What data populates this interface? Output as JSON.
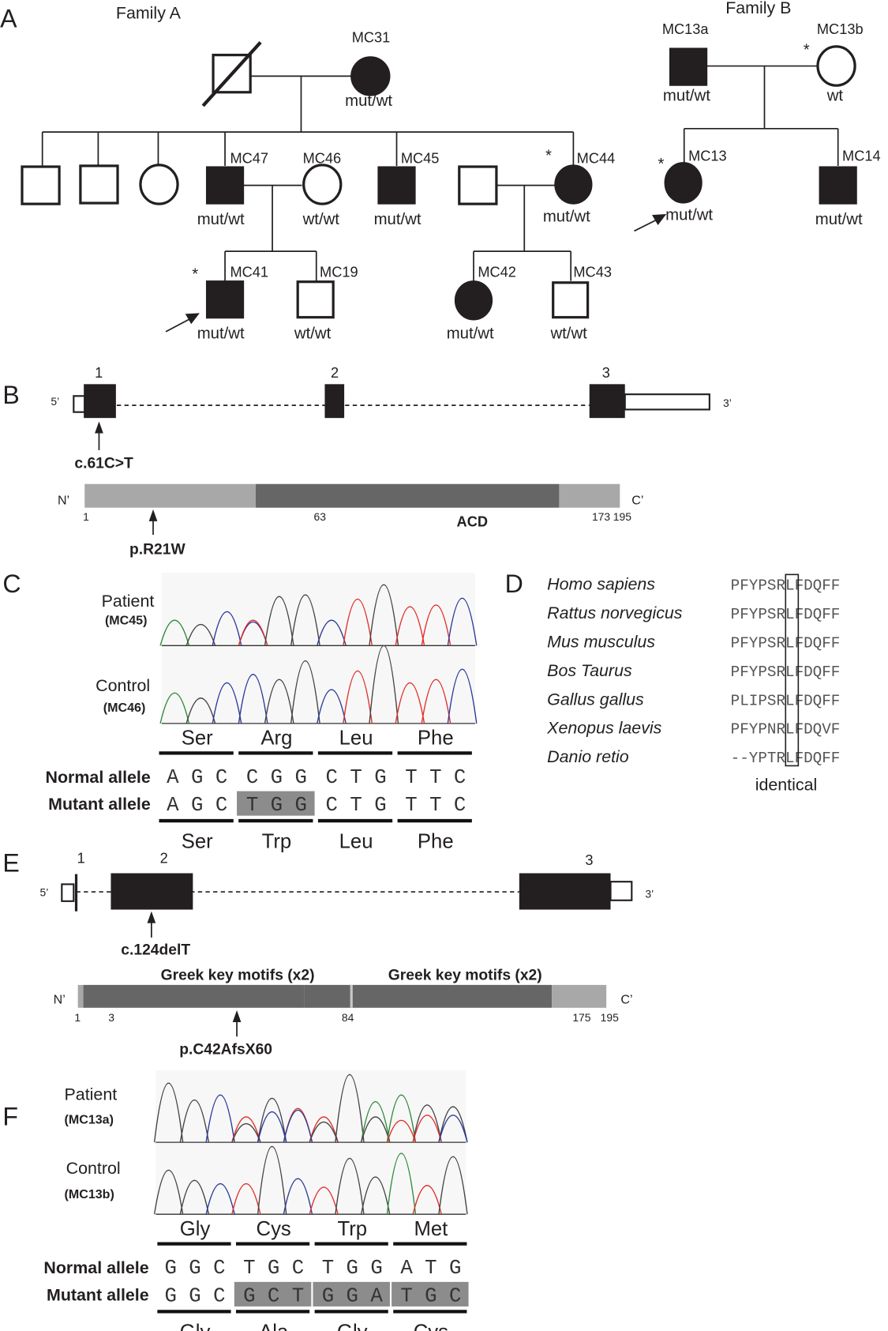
{
  "panels": {
    "A": "A",
    "B": "B",
    "C": "C",
    "D": "D",
    "E": "E",
    "F": "F"
  },
  "pedigree": {
    "family_a": {
      "title": "Family A",
      "members": [
        {
          "id": "MC31",
          "genotype": "mut/wt"
        },
        {
          "id": "MC47",
          "genotype": "mut/wt"
        },
        {
          "id": "MC46",
          "genotype": "wt/wt"
        },
        {
          "id": "MC45",
          "genotype": "mut/wt"
        },
        {
          "id": "MC44",
          "genotype": "mut/wt"
        },
        {
          "id": "MC41",
          "genotype": "mut/wt"
        },
        {
          "id": "MC19",
          "genotype": "wt/wt"
        },
        {
          "id": "MC42",
          "genotype": "mut/wt"
        },
        {
          "id": "MC43",
          "genotype": "wt/wt"
        }
      ]
    },
    "family_b": {
      "title": "Family B",
      "members": [
        {
          "id": "MC13a",
          "genotype": "mut/wt"
        },
        {
          "id": "MC13b",
          "genotype": "wt"
        },
        {
          "id": "MC13",
          "genotype": "mut/wt"
        },
        {
          "id": "MC14",
          "genotype": "mut/wt"
        }
      ]
    },
    "asterisk": "*"
  },
  "gene_b": {
    "exons": [
      "1",
      "2",
      "3"
    ],
    "five_prime": "5’",
    "three_prime": "3’",
    "mutation": "c.61C>T",
    "protein": {
      "n_term": "N’",
      "c_term": "C’",
      "ticks": [
        "1",
        "63",
        "173",
        "195"
      ],
      "domain": "ACD",
      "variant": "p.R21W",
      "length": 195,
      "segments": [
        {
          "from": 1,
          "to": 63,
          "color": "#a8a8a8"
        },
        {
          "from": 63,
          "to": 173,
          "color": "#666666"
        },
        {
          "from": 173,
          "to": 195,
          "color": "#a8a8a8"
        }
      ]
    }
  },
  "chromatogram_c": {
    "patient_label": "Patient",
    "patient_id": "(MC45)",
    "control_label": "Control",
    "control_id": "(MC46)",
    "codons_normal": [
      "Ser",
      "Arg",
      "Leu",
      "Phe"
    ],
    "codons_mutant": [
      "Ser",
      "Trp",
      "Leu",
      "Phe"
    ],
    "normal_label": "Normal allele",
    "mutant_label": "Mutant allele",
    "normal_seq": [
      "A G C",
      "C G G",
      "C T G",
      "T T C"
    ],
    "mutant_seq": [
      "A G C",
      "T G G",
      "C T G",
      "T T C"
    ],
    "highlight_color": "#8c8c8c"
  },
  "alignment_d": {
    "species": [
      {
        "name": "Homo  sapiens",
        "seq": "PFYPSRLFDQFF"
      },
      {
        "name": "Rattus norvegicus",
        "seq": "PFYPSRLFDQFF"
      },
      {
        "name": "Mus musculus",
        "seq": "PFYPSRLFDQFF"
      },
      {
        "name": "Bos Taurus",
        "seq": "PFYPSRLFDQFF"
      },
      {
        "name": "Gallus gallus",
        "seq": "PLIPSRLFDQFF"
      },
      {
        "name": "Xenopus laevis",
        "seq": "PFYPNRLFDQVF"
      },
      {
        "name": "Danio retio",
        "seq": "--YPTRLFDQFF"
      }
    ],
    "footer": "identical"
  },
  "gene_e": {
    "exons": [
      "1",
      "2",
      "3"
    ],
    "five_prime": "5’",
    "three_prime": "3’",
    "mutation": "c.124delT",
    "protein": {
      "n_term": "N’",
      "c_term": "C’",
      "ticks": [
        "1",
        "3",
        "84",
        "175",
        "195"
      ],
      "domains": [
        "Greek key motifs (x2)",
        "Greek key motifs (x2)"
      ],
      "variant": "p.C42AfsX60",
      "length": 195,
      "segments": [
        {
          "from": 1,
          "to": 3,
          "color": "#a8a8a8"
        },
        {
          "from": 3,
          "to": 84,
          "color": "#666666"
        },
        {
          "from": 84,
          "to": 175,
          "color": "#666666"
        },
        {
          "from": 175,
          "to": 195,
          "color": "#a8a8a8"
        }
      ]
    }
  },
  "chromatogram_f": {
    "patient_label": "Patient",
    "patient_id": "(MC13a)",
    "control_label": "Control",
    "control_id": "(MC13b)",
    "codons_normal": [
      "Gly",
      "Cys",
      "Trp",
      "Met"
    ],
    "codons_mutant": [
      "Gly",
      "Ala",
      "Gly",
      "Cys"
    ],
    "normal_label": "Normal allele",
    "mutant_label": "Mutant allele",
    "normal_seq": [
      "G G C",
      "T G C",
      "T G G",
      "A T G"
    ],
    "mutant_seq": [
      "G G C",
      "G C T",
      "G G A",
      "T G C"
    ],
    "highlight_color": "#8c8c8c"
  }
}
